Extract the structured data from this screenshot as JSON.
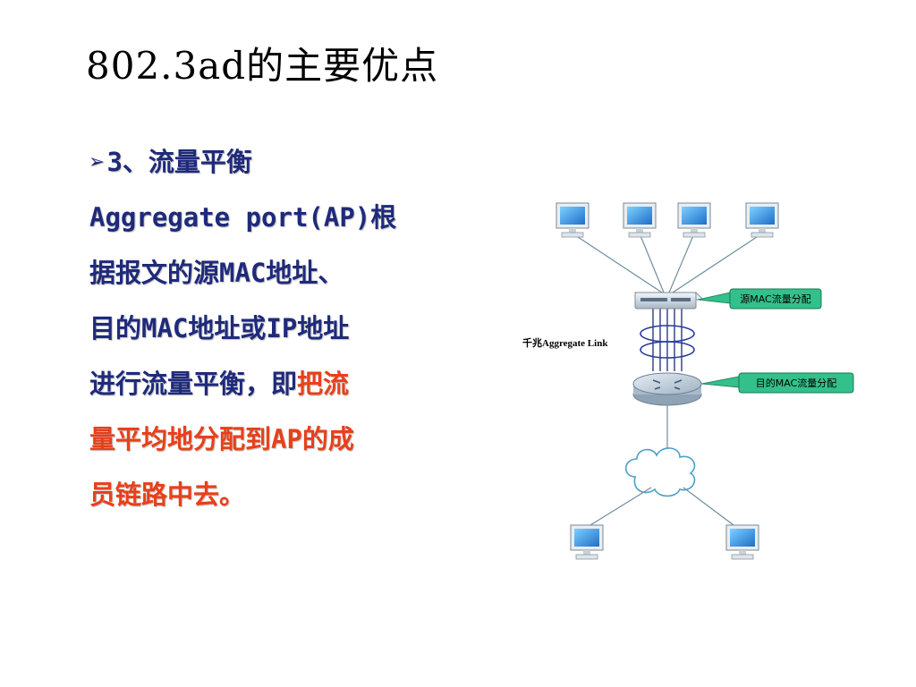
{
  "slide": {
    "title_latin": "802.3ad",
    "title_cjk": "的主要优点"
  },
  "bullet": {
    "marker": "➢",
    "heading": "3、流量平衡",
    "lines": [
      {
        "normal": "Aggregate port(AP)根",
        "red": ""
      },
      {
        "normal": "据报文的源MAC地址、",
        "red": ""
      },
      {
        "normal": "目的MAC地址或IP地址",
        "red": ""
      },
      {
        "normal": "进行流量平衡，即",
        "red": "把流"
      },
      {
        "normal": "",
        "red": "量平均地分配到AP的成"
      },
      {
        "normal": "",
        "red": "员链路中去。"
      }
    ]
  },
  "diagram": {
    "link_label": "千兆Aggregate Link",
    "callout_source": "源MAC流量分配",
    "callout_dest": "目的MAC流量分配",
    "colors": {
      "callout_fill": "#33c08a",
      "monitor_screen": "#1e8fd8",
      "link_ring": "#2a3aa0",
      "wire": "#6e8e9e"
    }
  }
}
